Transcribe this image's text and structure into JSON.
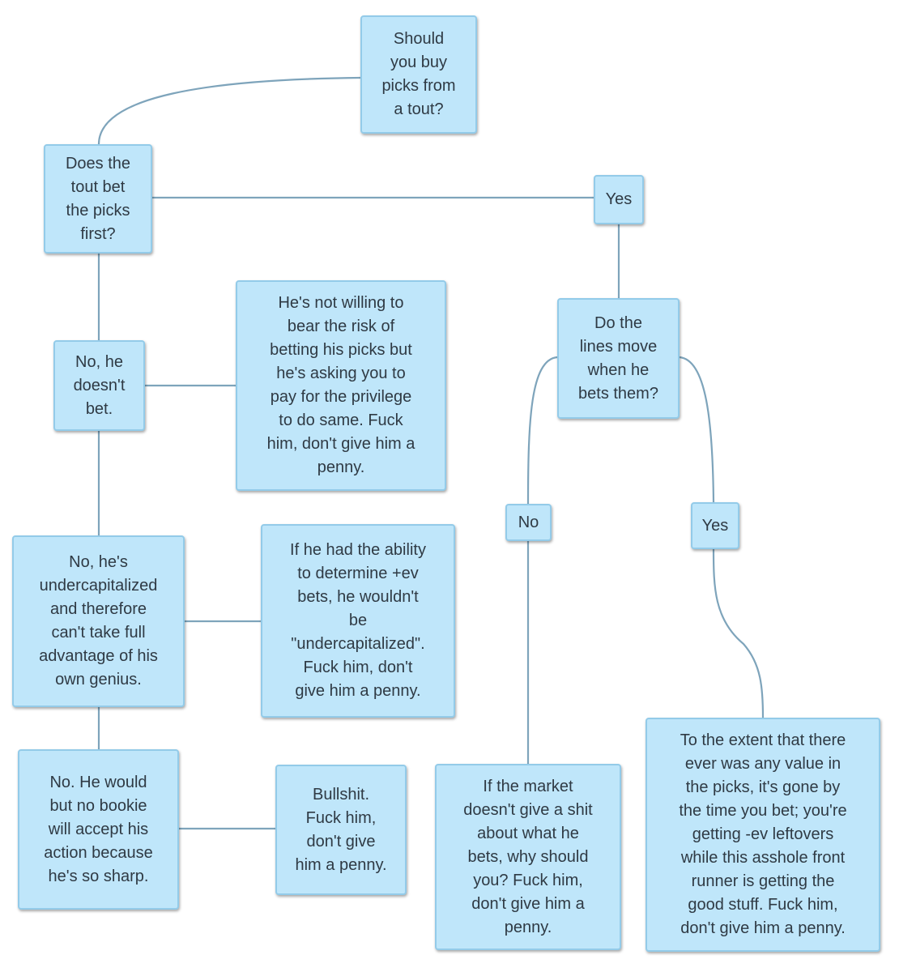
{
  "diagram": {
    "nodes": {
      "root": "Should\nyou buy\npicks from\na tout?",
      "q_bet_first": "Does the\ntout bet\nthe picks\nfirst?",
      "yes_top": "Yes",
      "q_lines_move": "Do the\nlines move\nwhen he\nbets them?",
      "no_doesnt_bet": "No, he\ndoesn't\nbet.",
      "not_willing": "He's not willing to\nbear the risk of\nbetting his picks but\nhe's asking you to\npay for the privilege\nto do same. Fuck\nhim, don't give him a\npenny.",
      "undercap": "No, he's\nundercapitalized\nand therefore\ncan't take full\nadvantage of his\nown genius.",
      "if_ability": "If he had the ability\nto determine +ev\nbets, he wouldn't\nbe\n\"undercapitalized\".\nFuck him, don't\ngive him a penny.",
      "no_bookie": "No. He would\nbut no bookie\nwill accept his\naction because\nhe's so sharp.",
      "bullshit": "Bullshit.\nFuck him,\ndon't give\nhim a penny.",
      "no_label": "No",
      "yes_label": "Yes",
      "market_no_care": "If the market\ndoesn't give a shit\nabout what he\nbets, why should\nyou? Fuck him,\ndon't give him a\npenny.",
      "value_gone": "To the extent that there\never was any value in\nthe picks, it's gone by\nthe time you bet; you're\ngetting -ev leftovers\nwhile this asshole front\nrunner is getting the\ngood stuff. Fuck him,\ndon't give him a penny."
    },
    "colors": {
      "node_fill": "#bfe6fa",
      "node_border": "#93cbe9",
      "connector": "#7ea4bb",
      "text": "#2f3a44"
    }
  }
}
